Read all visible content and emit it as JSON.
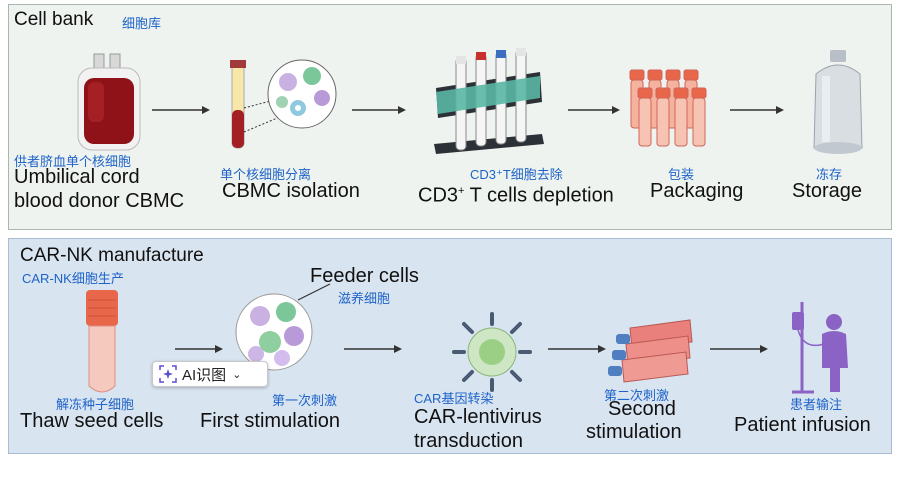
{
  "top_panel": {
    "title_en": "Cell bank",
    "title_zh": "细胞库",
    "steps": [
      {
        "zh": "供者脐血单个核细胞",
        "en_line1": "Umbilical cord",
        "en_line2": "blood donor CBMC"
      },
      {
        "zh": "单个核细胞分离",
        "en": "CBMC isolation"
      },
      {
        "zh": "CD3⁺T细胞去除",
        "en_pre": "CD3",
        "en_sup": "+",
        "en_post": " T cells depletion"
      },
      {
        "zh": "包装",
        "en": "Packaging"
      },
      {
        "zh": "冻存",
        "en": "Storage"
      }
    ]
  },
  "bottom_panel": {
    "title_en": "CAR-NK manufacture",
    "title_zh": "CAR-NK细胞生产",
    "feeder_en": "Feeder cells",
    "feeder_zh": "滋养细胞",
    "steps": [
      {
        "zh": "解冻种子细胞",
        "en": "Thaw seed cells"
      },
      {
        "zh": "第一次刺激",
        "en": "First stimulation"
      },
      {
        "zh": "CAR基因转染",
        "en_line1": "CAR-lentivirus",
        "en_line2": "transduction"
      },
      {
        "zh": "第二次刺激",
        "en_line1": "Second",
        "en_line2": "stimulation"
      },
      {
        "zh": "患者输注",
        "en": "Patient infusion"
      }
    ]
  },
  "overlay": {
    "ai_chip_label": "AI识图",
    "ai_chip_icon": "ai-scan-icon",
    "ai_chip_dropdown_icon": "chevron-down-icon"
  },
  "colors": {
    "top_panel_bg": "#eef3ef",
    "bottom_panel_bg": "#d9e4f1",
    "chinese_label": "#1e63c8",
    "blood_bag": "#8e1218",
    "tube_cap": "#e8664a",
    "flask_body": "#e9807b",
    "patient": "#8a63c4"
  }
}
